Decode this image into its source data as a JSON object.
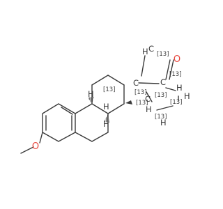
{
  "molecule": {
    "methoxy_oxygen": "O",
    "ketone_oxygen": "O",
    "carbon_symbol": "C",
    "hydrogen_symbol": "H",
    "isotope_label": "[13]",
    "colors": {
      "bond": "#3a3a3a",
      "oxygen": "#e8453c",
      "background": "#ffffff"
    }
  }
}
